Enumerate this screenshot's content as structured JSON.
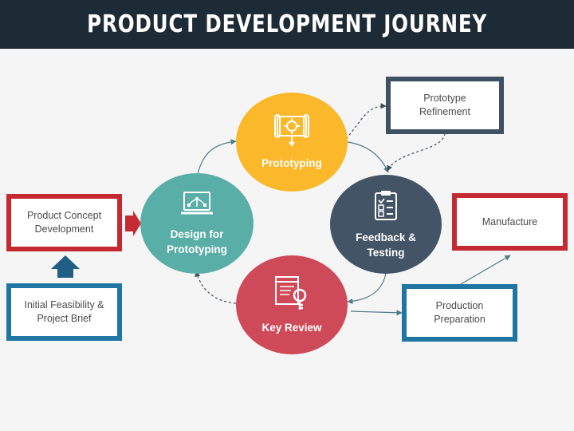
{
  "title": "PRODUCT DEVELOPMENT JOURNEY",
  "colors": {
    "header": "#1d2b36",
    "red": "#c52a33",
    "blue": "#1f76a3",
    "navy": "#3e5163",
    "yellow": "#fbb82b",
    "teal": "#5aaea8",
    "slate": "#435466",
    "rose": "#cf4a59"
  },
  "circles": {
    "prototyping": {
      "label": "Prototyping",
      "icon": "blueprint-icon"
    },
    "design": {
      "label": "Design for\nPrototyping",
      "icon": "laptop-design-icon"
    },
    "feedback": {
      "label": "Feedback &\nTesting",
      "icon": "clipboard-checklist-icon"
    },
    "review": {
      "label": "Key Review",
      "icon": "document-key-icon"
    }
  },
  "boxes": {
    "concept": "Product Concept\nDevelopment",
    "feasibility": "Initial Feasibility &\nProject Brief",
    "refinement": "Prototype\nRefinement",
    "manufacture": "Manufacture",
    "production": "Production\nPreparation"
  }
}
